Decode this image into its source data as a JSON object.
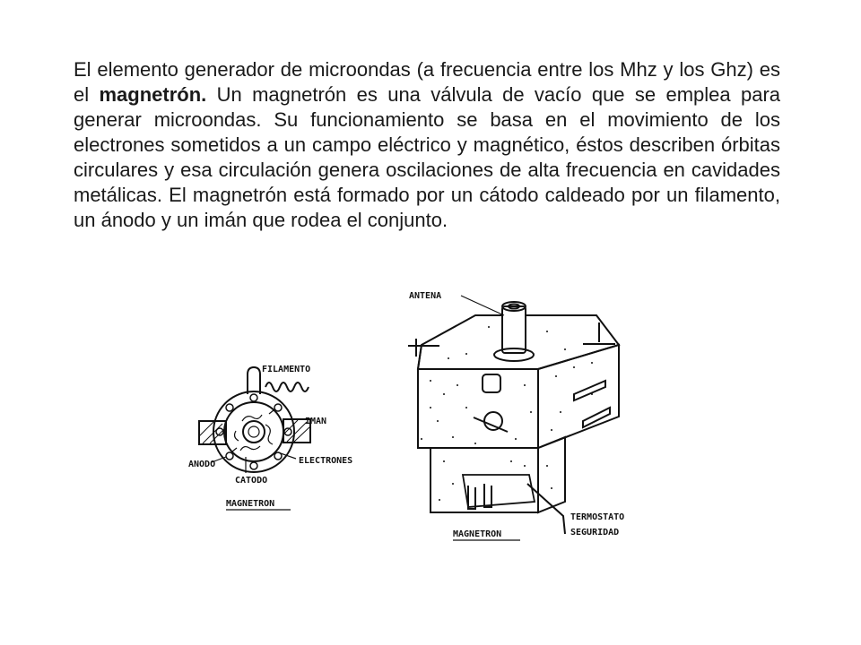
{
  "paragraph": {
    "part1": "El elemento generador de microondas (a frecuencia entre los Mhz y los Ghz) es el ",
    "bold": "magnetrón.",
    "part2": " Un magnetrón es una válvula de vacío que se emplea para generar microondas. Su funcionamiento se basa en el movimiento de los electrones sometidos a un campo eléctrico y magnético, éstos describen órbitas circulares y esa circulación genera oscilaciones de alta frecuencia en cavidades metálicas. El magnetrón está formado por un cátodo caldeado por un filamento, un ánodo y un imán que rodea el conjunto."
  },
  "diagram_left": {
    "filamento": "FILAMENTO",
    "iman": "IMAN",
    "anodo": "ANODO",
    "catodo": "CATODO",
    "electrones": "ELECTRONES",
    "caption": "MAGNETRON"
  },
  "diagram_right": {
    "antena": "ANTENA",
    "termostato_line1": "TERMOSTATO",
    "termostato_line2": "SEGURIDAD",
    "caption": "MAGNETRON"
  }
}
